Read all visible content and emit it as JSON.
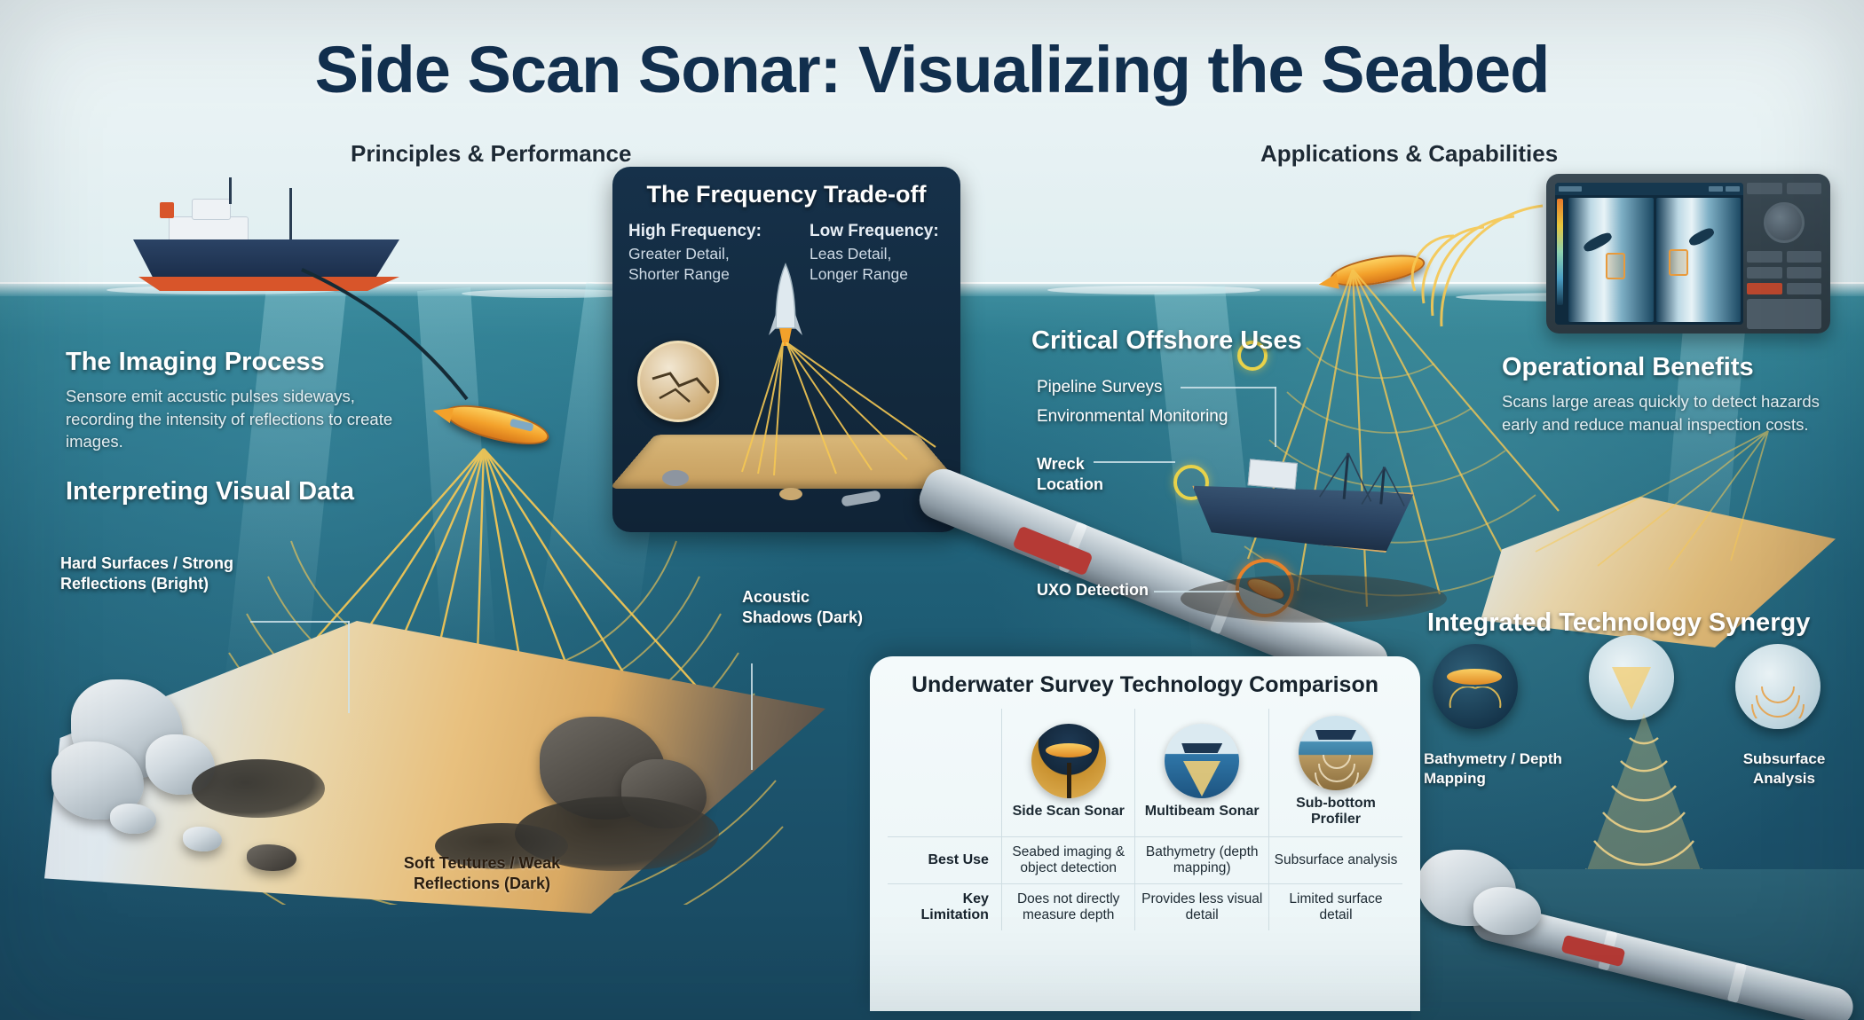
{
  "title": "Side Scan Sonar: Visualizing the Seabed",
  "section_headings": {
    "left": "Principles & Performance",
    "right": "Applications & Capabilities"
  },
  "left_panel": {
    "imaging": {
      "heading": "The Imaging Process",
      "body": "Sensore emit accustic pulses sideways, recording the intensity of reflections to create images."
    },
    "interpreting": {
      "heading": "Interpreting Visual Data"
    },
    "callouts": {
      "hard_surfaces": "Hard Surfaces / Strong Reflections (Bright)",
      "soft_textures": "Soft Teutures / Weak Reflections (Dark)",
      "acoustic_shadows": "Acoustic Shadows (Dark)"
    }
  },
  "frequency_panel": {
    "title": "The Frequency Trade-off",
    "high": {
      "label": "High Frequency:",
      "detail": "Greater Detail, Shorter Range"
    },
    "low": {
      "label": "Low Frequency:",
      "detail": "Leas Detail, Longer Range"
    }
  },
  "right_panel": {
    "offshore": {
      "heading": "Critical Offshore Uses",
      "items": [
        "Pipeline Surveys",
        "Environmental Monitoring"
      ],
      "wreck_label": "Wreck Location",
      "uxo_label": "UXO Detection"
    },
    "benefits": {
      "heading": "Operational Benefits",
      "body": "Scans large areas quickly to detect hazards early and reduce manual inspection costs."
    },
    "synergy": {
      "heading": "Integrated Technology Synergy",
      "left_label": "Bathymetry / Depth Mapping",
      "right_label": "Subsurface Analysis"
    }
  },
  "comparison": {
    "title": "Underwater Survey Technology Comparison",
    "columns": [
      {
        "name": "Side Scan Sonar",
        "icon": "towfish-sonar-icon"
      },
      {
        "name": "Multibeam Sonar",
        "icon": "multibeam-vessel-icon"
      },
      {
        "name": "Sub-bottom Profiler",
        "icon": "subbottom-vessel-icon"
      }
    ],
    "rows": [
      {
        "label": "Best Use",
        "cells": [
          "Seabed imaging & object detection",
          "Bathymetry (depth mapping)",
          "Subsurface analysis"
        ]
      },
      {
        "label": "Key Limitation",
        "cells": [
          "Does not directly measure depth",
          "Provides less visual detail",
          "Limited surface detail"
        ]
      }
    ]
  },
  "icons": {
    "survey_vessel": "survey-vessel-icon",
    "towfish": "towfish-icon",
    "auv": "auv-icon",
    "sonar_display": "sonar-display-icon",
    "pipeline": "pipeline-icon",
    "shipwreck": "shipwreck-icon",
    "uxo": "uxo-mine-icon",
    "rocket": "rocket-icon"
  },
  "colors": {
    "title": "#12304f",
    "ocean_deep": "#19485f",
    "ocean_shallow": "#3f8fa0",
    "sonar_beam": "#f6c854",
    "sand": "#e8c07e",
    "accent_orange": "#e8822a",
    "panel_dark": "#16314a",
    "card_bg": "#f4fafb",
    "marker_yellow": "#e8d24a"
  }
}
